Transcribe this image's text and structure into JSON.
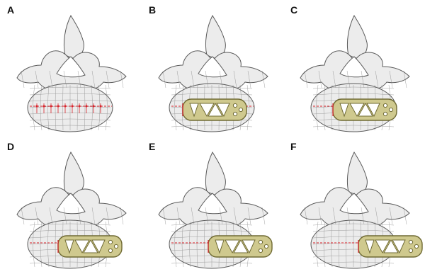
{
  "panels": [
    {
      "label": "A",
      "implant": false,
      "offset": 0
    },
    {
      "label": "B",
      "implant": true,
      "offset": 0
    },
    {
      "label": "C",
      "implant": true,
      "offset": 12
    },
    {
      "label": "D",
      "implant": true,
      "offset": 24
    },
    {
      "label": "E",
      "implant": true,
      "offset": 36
    },
    {
      "label": "F",
      "implant": true,
      "offset": 48
    }
  ],
  "colors": {
    "bone_fill": "#ececec",
    "bone_stroke": "#5a5a5a",
    "mesh": "#7a7a7a",
    "implant_fill": "#cfc98e",
    "implant_stroke": "#6f6a33",
    "marker": "#d9222a"
  }
}
